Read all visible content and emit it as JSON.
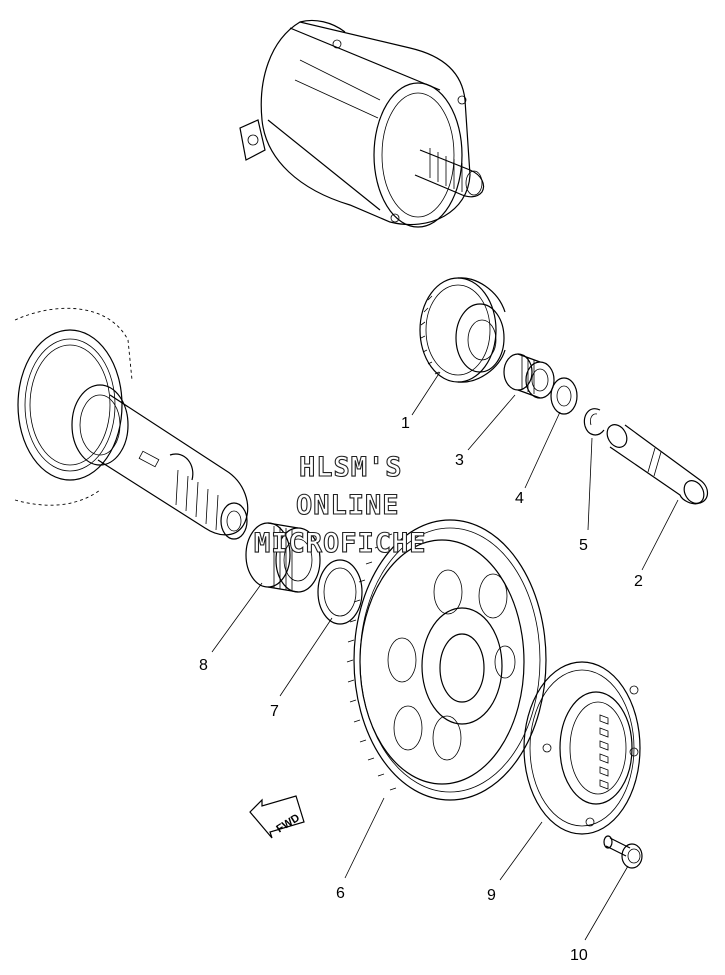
{
  "callouts": [
    {
      "id": "1",
      "label": "1"
    },
    {
      "id": "2",
      "label": "2"
    },
    {
      "id": "3",
      "label": "3"
    },
    {
      "id": "4",
      "label": "4"
    },
    {
      "id": "5",
      "label": "5"
    },
    {
      "id": "6",
      "label": "6"
    },
    {
      "id": "7",
      "label": "7"
    },
    {
      "id": "8",
      "label": "8"
    },
    {
      "id": "9",
      "label": "9"
    },
    {
      "id": "10",
      "label": "10"
    }
  ],
  "watermark": {
    "line1": "HLSM'S",
    "line2": "ONLINE",
    "line3": "MICROFICHE"
  },
  "direction_arrow": {
    "label": "FWD",
    "icon": "fwd-arrow-icon"
  },
  "colors": {
    "line": "#000000",
    "background": "#ffffff"
  }
}
